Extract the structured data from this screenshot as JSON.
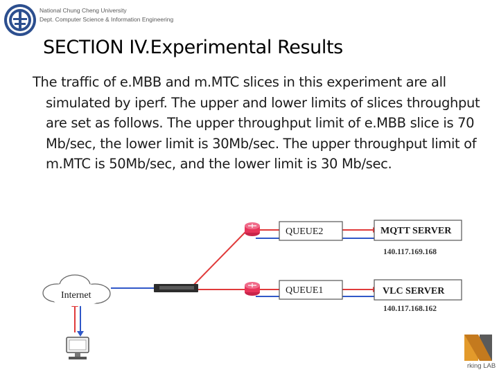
{
  "header": {
    "university": "National Chung Cheng University",
    "department": "Dept. Computer Science & Information Engineering"
  },
  "slide": {
    "title": "SECTION IV.Experimental Results",
    "body": "The traffic of e.MBB and m.MTC slices in this experiment are all simulated by iperf. The upper and lower limits of slices throughput are set as follows. The upper throughput limit of e.MBB slice is 70 Mb/sec, the lower limit is 30Mb/sec. The upper throughput limit of m.MTC is 50Mb/sec, and the lower limit is 30 Mb/sec."
  },
  "diagram": {
    "internet": "Internet",
    "queue1": "QUEUE1",
    "queue2": "QUEUE2",
    "mqtt_server": "MQTT SERVER",
    "mqtt_ip": "140.117.169.168",
    "vlc_server": "VLC SERVER",
    "vlc_ip": "140.117.168.162",
    "lab_logo_text": "rking LAB"
  },
  "colors": {
    "red_link": "#e03a3a",
    "blue_link": "#2f57c8",
    "router": "#e8345a"
  }
}
